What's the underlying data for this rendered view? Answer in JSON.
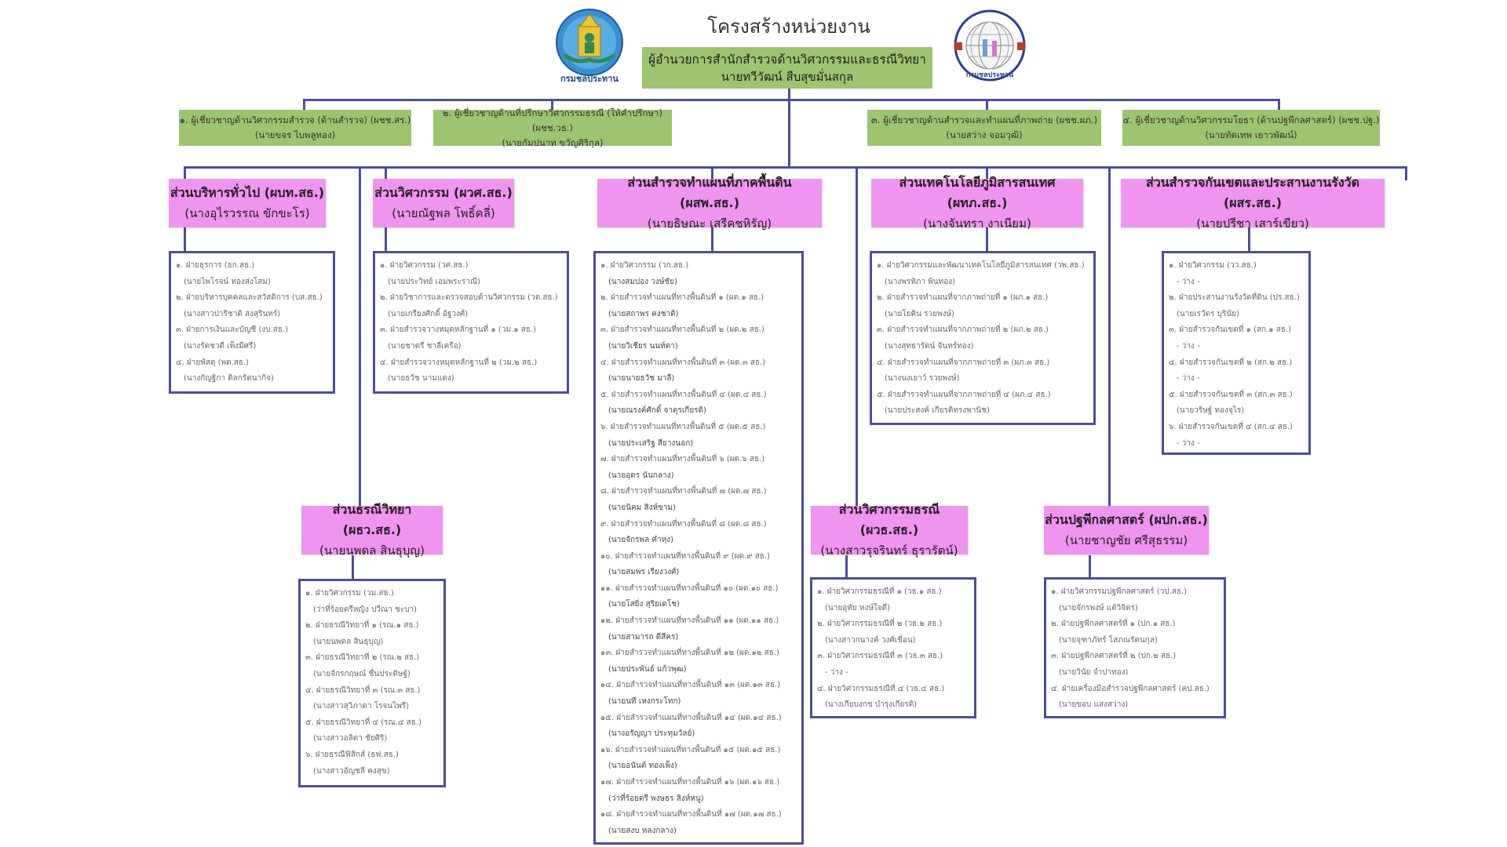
{
  "header": {
    "title": "โครงสร้างหน่วยงาน",
    "left_logo": "royal-irrigation-department-emblem",
    "left_logo_text": "กรมชลประทาน",
    "right_logo": "survey-bureau-globe-emblem",
    "right_logo_text": "กรมชลประทาน"
  },
  "director": {
    "title": "ผู้อำนวยการสำนักสำรวจด้านวิศวกรรมและธรณีวิทยา",
    "name": "นายทวีวัฒน์ สืบสุขมั่นสกุล"
  },
  "experts": [
    {
      "title": "๑. ผู้เชี่ยวชาญด้านวิศวกรรมสำรวจ (ด้านสำรวจ) (ผชช.สร.)",
      "name": "(นายขจร ไบพลูทอง)"
    },
    {
      "title": "๒. ผู้เชี่ยวชาญด้านที่ปรึกษาวิศวกรรมธรณี (ให้คำปรึกษา) (ผชช.วธ.)",
      "name": "(นายกัมปนาท ขวัญศิริกุล)"
    },
    {
      "title": "๓. ผู้เชี่ยวชาญด้านสำรวจและทำแผนที่ภาพถ่าย (ผชช.ผภ.)",
      "name": "(นายสว่าง จอมวุฒิ)"
    },
    {
      "title": "๔. ผู้เชี่ยวชาญด้านวิศวกรรมโยธา (ด้านปฐพีกลศาสตร์) (ผชช.ปฐ.)",
      "name": "(นายทัดเทพ เยาวพัฒน์)"
    }
  ],
  "sections": [
    {
      "id": "general-admin",
      "title": "ส่วนบริหารทั่วไป (ผบท.สธ.)",
      "head": "(นางอุไรวรรณ ขักขะโร)",
      "units": [
        {
          "name": "๑. ฝ่ายธุรการ (ธก.สธ.)",
          "head": "(นายไพโรจน์ ทองส่งโสม)"
        },
        {
          "name": "๒. ฝ่ายบริหารบุคคลและสวัสดิการ (บส.สธ.)",
          "head": "(นางสาวปาริชาติ สงสุรินทร์)"
        },
        {
          "name": "๓. ฝ่ายการเงินและบัญชี (งบ.สธ.)",
          "head": "(นางรัตชวดี เพ็งมีศรี)"
        },
        {
          "name": "๔. ฝ่ายพัสดุ (พด.สธ.)",
          "head": "(นางกัญฐิกา ติลกรัตนากิจ)"
        }
      ]
    },
    {
      "id": "engineering",
      "title": "ส่วนวิศวกรรม (ผวศ.สธ.)",
      "head": "(นายณัฐพล โพธิ์คลี่)",
      "units": [
        {
          "name": "๑. ฝ่ายวิศวกรรม (วศ.สธ.)",
          "head": "(นายประวิทย์ เอมพระราณี)"
        },
        {
          "name": "๒. ฝ่ายวิชาการและตรวจสอบด้านวิศวกรรม (วต.สธ.)",
          "head": "(นายเกรียงศักดิ์ อัฐวงศ์)"
        },
        {
          "name": "๓. ฝ่ายสำรวจวางหมุดหลักฐานที่ ๑ (วม.๑ สธ.)",
          "head": "(นายชาตรี ชาลีเครือ)"
        },
        {
          "name": "๔. ฝ่ายสำรวจวางหมุดหลักฐานที่ ๒ (วม.๒ สธ.)",
          "head": "(นายธวัช นามแดง)"
        }
      ]
    },
    {
      "id": "ground-survey",
      "title": "ส่วนสำรวจทำแผนที่ภาคพื้นดิน (ผสพ.สธ.)",
      "head": "(นายธิษณะ เสรีคชหิรัญ)",
      "units": [
        {
          "name": "๑. ฝ่ายวิศวกรรม (วก.สธ.)",
          "head": "(นางสมปอง วงษ์ชัย)"
        },
        {
          "name": "๒. ฝ่ายสำรวจทำแผนที่ทางพื้นดินที่ ๑ (ผด.๑ สธ.)",
          "head": "(นายสถาพร คงชาติ)"
        },
        {
          "name": "๓. ฝ่ายสำรวจทำแผนที่ทางพื้นดินที่ ๒ (ผด.๒ สธ.)",
          "head": "(นายวิเชียร นนท์ตา)"
        },
        {
          "name": "๔. ฝ่ายสำรวจทำแผนที่ทางพื้นดินที่ ๓ (ผด.๓ สธ.)",
          "head": "(นายนายธวัช มาลี)"
        },
        {
          "name": "๕. ฝ่ายสำรวจทำแผนที่ทางพื้นดินที่ ๔ (ผด.๔ สธ.)",
          "head": "(นายณรงค์ศักดิ์ จาตุรเกียรติ)"
        },
        {
          "name": "๖. ฝ่ายสำรวจทำแผนที่ทางพื้นดินที่ ๕ (ผด.๕ สธ.)",
          "head": "(นายประเสริฐ สียางนอก)"
        },
        {
          "name": "๗. ฝ่ายสำรวจทำแผนที่ทางพื้นดินที่ ๖ (ผด.๖ สธ.)",
          "head": "(นายอุดร นันกลาง)"
        },
        {
          "name": "๘. ฝ่ายสำรวจทำแผนที่ทางพื้นดินที่ ๗ (ผด.๗ สธ.)",
          "head": "(นายนิคม สิงห์ขาม)"
        },
        {
          "name": "๙. ฝ่ายสำรวจทำแผนที่ทางพื้นดินที่ ๘ (ผด.๘ สธ.)",
          "head": "(นายจักรพล คำหุ่ง)"
        },
        {
          "name": "๑๐. ฝ่ายสำรวจทำแผนที่ทางพื้นดินที่ ๙ (ผด.๙ สธ.)",
          "head": "(นายสมพร เรียงวงศ์)"
        },
        {
          "name": "๑๑. ฝ่ายสำรวจทำแผนที่ทางพื้นดินที่ ๑๐ (ผด.๑๐ สธ.)",
          "head": "(นายโสยิ่ง สุริยเดโช)"
        },
        {
          "name": "๑๒. ฝ่ายสำรวจทำแผนที่ทางพื้นดินที่ ๑๑ (ผด.๑๑ สธ.)",
          "head": "(นายสามารถ ดีสีคร)"
        },
        {
          "name": "๑๓. ฝ่ายสำรวจทำแผนที่ทางพื้นดินที่ ๑๒ (ผด.๑๒ สธ.)",
          "head": "(นายประพันธ์ แก้วพุฒ)"
        },
        {
          "name": "๑๔. ฝ่ายสำรวจทำแผนที่ทางพื้นดินที่ ๑๓ (ผด.๑๓ สธ.)",
          "head": "(นายนที เหงกระโทก)"
        },
        {
          "name": "๑๕. ฝ่ายสำรวจทำแผนที่ทางพื้นดินที่ ๑๔ (ผด.๑๔ สธ.)",
          "head": "(นางอรัญญา ประทุมวัลย์)"
        },
        {
          "name": "๑๖. ฝ่ายสำรวจทำแผนที่ทางพื้นดินที่ ๑๕ (ผด.๑๕ สธ.)",
          "head": "(นายอนันต์ ทองเพ็ง)"
        },
        {
          "name": "๑๗. ฝ่ายสำรวจทำแผนที่ทางพื้นดินที่ ๑๖ (ผด.๑๖ สธ.)",
          "head": "(ว่าที่ร้อยตรี พงษธร สิงห์หนู)"
        },
        {
          "name": "๑๘. ฝ่ายสำรวจทำแผนที่ทางพื้นดินที่ ๑๗ (ผด.๑๗ สธ.)",
          "head": "(นายสงบ หลงกลาง)"
        }
      ]
    },
    {
      "id": "geoinformatics",
      "title": "ส่วนเทคโนโลยีภูมิสารสนเทศ (ผทภ.สธ.)",
      "head": "(นางจันทรา งาเนียม)",
      "units": [
        {
          "name": "๑. ฝ่ายวิศวกรรมและพัฒนาเทคโนโลยีภูมิสารสนเทศ (วพ.สธ.)",
          "head": "(นางพรทิภา พินทอง)"
        },
        {
          "name": "๒. ฝ่ายสำรวจทำแผนที่จากภาพถ่ายที่ ๑ (ผภ.๑ สธ.)",
          "head": "(นายโยคิน รวยพงษ์)"
        },
        {
          "name": "๓. ฝ่ายสำรวจทำแผนที่จากภาพถ่ายที่ ๒ (ผภ.๒ สธ.)",
          "head": "(นางสุทธารัตน์ จันทร์ทอง)"
        },
        {
          "name": "๔. ฝ่ายสำรวจทำแผนที่จากภาพถ่ายที่ ๓ (ผภ.๓ สธ.)",
          "head": "(นางนงเยาว์ รวยพงษ์)"
        },
        {
          "name": "๕. ฝ่ายสำรวจทำแผนที่จากภาพถ่ายที่ ๔ (ผภ.๔ สธ.)",
          "head": "(นายประสงค์ เกียรติทรงพานิช)"
        }
      ]
    },
    {
      "id": "boundary",
      "title": "ส่วนสำรวจกันเขตและประสานงานรังวัด (ผสร.สธ.)",
      "head": "(นายปรีชา เสาร์เขียว)",
      "units": [
        {
          "name": "๑. ฝ่ายวิศวกรรม (วว.สธ.)",
          "head": "- ว่าง -"
        },
        {
          "name": "๒. ฝ่ายประสานงานรังวัดที่ดิน (ปร.สธ.)",
          "head": "(นายเรวัตร บุรินัย)"
        },
        {
          "name": "๓. ฝ่ายสำรวจกันเขตที่ ๑ (สก.๑ สธ.)",
          "head": "- ว่าง -"
        },
        {
          "name": "๔. ฝ่ายสำรวจกันเขตที่ ๒ (สก.๒ สธ.)",
          "head": "- ว่าง -"
        },
        {
          "name": "๕. ฝ่ายสำรวจกันเขตที่ ๓ (สก.๓ สธ.)",
          "head": "(นายวริษฐ์ ทองจุไร)"
        },
        {
          "name": "๖. ฝ่ายสำรวจกันเขตที่ ๔ (สก.๔ สธ.)",
          "head": "- ว่าง -"
        }
      ]
    },
    {
      "id": "geology",
      "title": "ส่วนธรณีวิทยา (ผธว.สธ.)",
      "head": "(นายนพดล สินธุบุญ)",
      "units": [
        {
          "name": "๑. ฝ่ายวิศวกรรม (วม.สธ.)",
          "head": "(ว่าที่ร้อยตรีหญิง ปวีณา ชะบา)"
        },
        {
          "name": "๒. ฝ่ายธรณีวิทยาที่ ๑ (รณ.๑ สธ.)",
          "head": "(นายนพดล สินธุบุญ)"
        },
        {
          "name": "๓. ฝ่ายธรณีวิทยาที่ ๒ (รณ.๒ สธ.)",
          "head": "(นายจักรกฤษณ์ ชื่นประดิษฐ์)"
        },
        {
          "name": "๔. ฝ่ายธรณีวิทยาที่ ๓ (รณ.๓ สธ.)",
          "head": "(นางสาวสุวิภาดา โรจนไพรี)"
        },
        {
          "name": "๕. ฝ่ายธรณีวิทยาที่ ๔ (รณ.๔ สธ.)",
          "head": "(นางสาวอลิตา ชัยศิริ)"
        },
        {
          "name": "๖. ฝ่ายธรณีฟิสิกส์ (ธฟ.สธ.)",
          "head": "(นางสาวอัญชลี คงสุข)"
        }
      ]
    },
    {
      "id": "geotech-eng",
      "title": "ส่วนวิศวกรรมธรณี (ผวธ.สธ.)",
      "head": "(นางสาวรุจรินทร์ ธุรารัตน์)",
      "units": [
        {
          "name": "๑. ฝ่ายวิศวกรรมธรณีที่ ๑ (วธ.๑ สธ.)",
          "head": "(นายอุทัย หงษ์ใจดี)"
        },
        {
          "name": "๒. ฝ่ายวิศวกรรมธรณีที่ ๒ (วธ.๒ สธ.)",
          "head": "(นางสาวกนางค์ วงศ์เขื่อน)"
        },
        {
          "name": "๓. ฝ่ายวิศวกรรมธรณีที่ ๓ (วธ.๓ สธ.)",
          "head": "- ว่าง -"
        },
        {
          "name": "๔. ฝ่ายวิศวกรรมธรณีที่ ๔ (วธ.๔ สธ.)",
          "head": "(นางเกียบงกช บำรุงเกียรติ)"
        }
      ]
    },
    {
      "id": "soil-mechanics",
      "title": "ส่วนปฐพีกลศาสตร์ (ผปก.สธ.)",
      "head": "(นายชาญชัย ศรีสุธรรม)",
      "units": [
        {
          "name": "๑. ฝ่ายวิศวกรรมปฐพีกลศาสตร์ (วป.สธ.)",
          "head": "(นายจักรพงษ์ แต้วิจิตร)"
        },
        {
          "name": "๒. ฝ่ายปฐพีกลศาสตร์ที่ ๑ (ปก.๑ สธ.)",
          "head": "(นายจุฑาภัทร์ โสภณรัตนกุล)"
        },
        {
          "name": "๓. ฝ่ายปฐพีกลศาสตร์ที่ ๒ (ปก.๒ สธ.)",
          "head": "(นายวินัย จำปาทอง)"
        },
        {
          "name": "๔. ฝ่ายเครื่องมือสำรวจปฐพีกลศาสตร์ (คป.สธ.)",
          "head": "(นายขอบ แสงสว่าง)"
        }
      ]
    }
  ],
  "colors": {
    "green_box": "#9dc46e",
    "pink_box": "#ef94ef",
    "connector_blue": "#4b4f9a"
  }
}
